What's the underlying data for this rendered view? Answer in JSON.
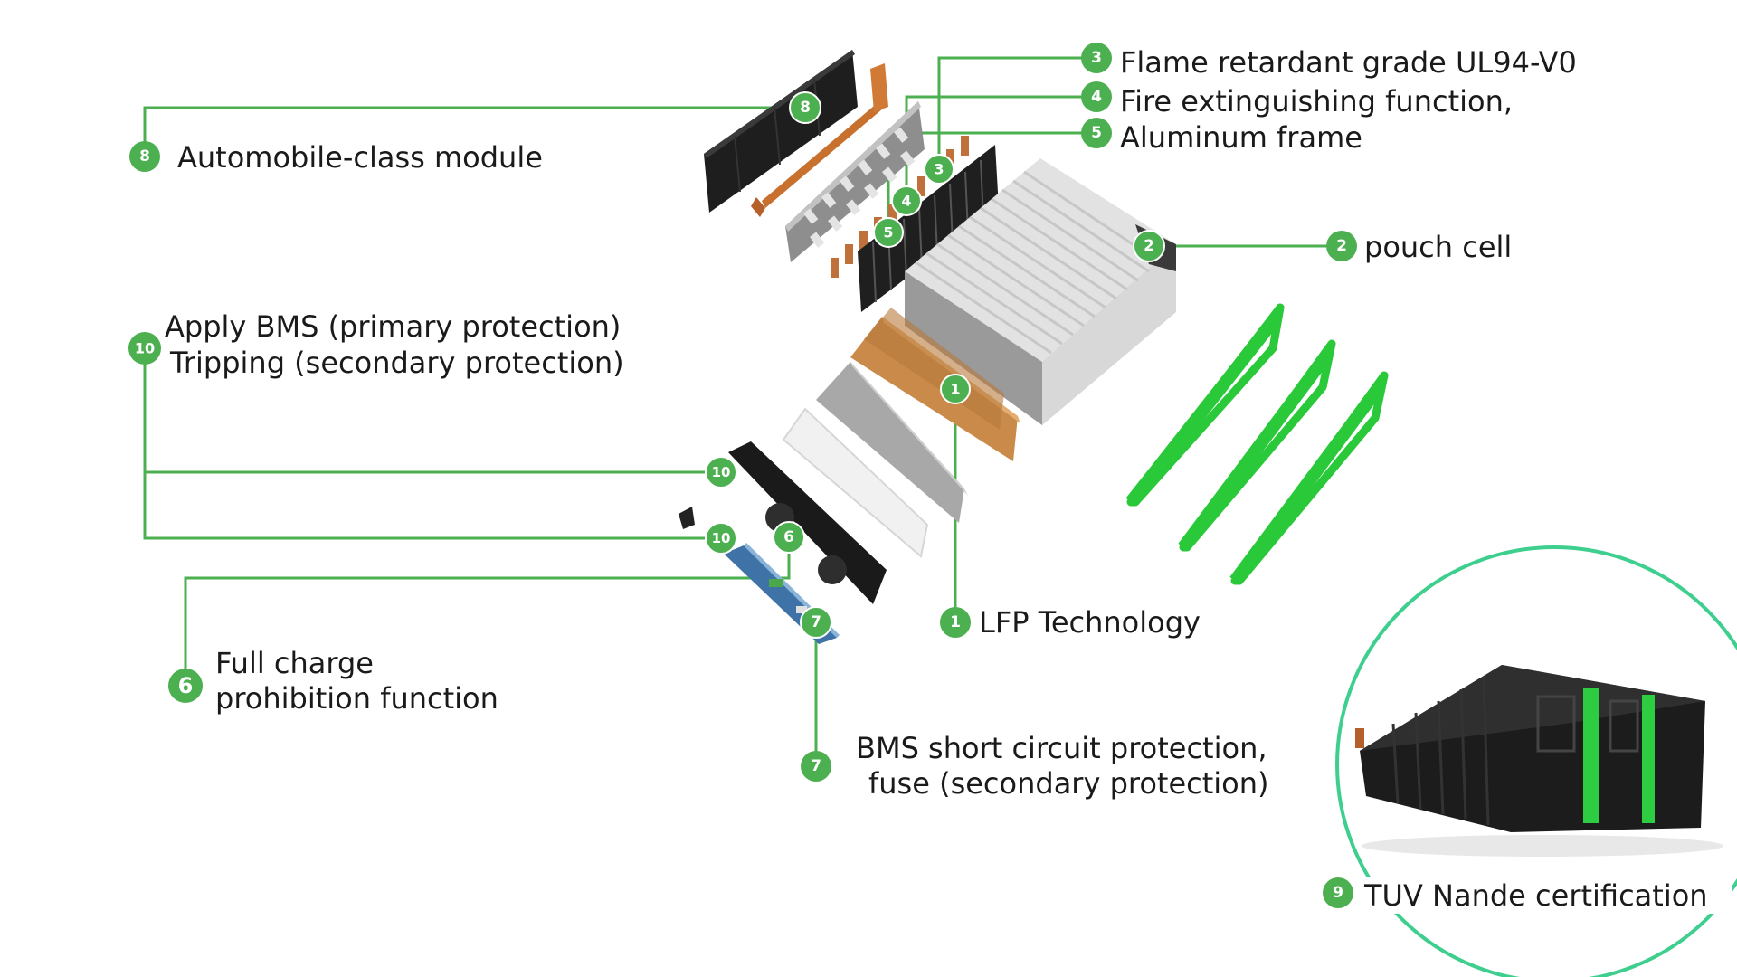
{
  "callouts": {
    "c1": {
      "num": "1",
      "text": "LFP Technology"
    },
    "c2": {
      "num": "2",
      "text": "pouch cell"
    },
    "c3": {
      "num": "3",
      "text": "Flame retardant grade UL94-V0"
    },
    "c4": {
      "num": "4",
      "text": "Fire extinguishing function,"
    },
    "c5": {
      "num": "5",
      "text": "Aluminum frame"
    },
    "c6": {
      "num": "6",
      "line1": "Full charge",
      "line2": "prohibition function"
    },
    "c7": {
      "num": "7",
      "line1": "BMS short circuit protection,",
      "line2": "fuse (secondary protection)"
    },
    "c8": {
      "num": "8",
      "text": "Automobile-class module"
    },
    "c9": {
      "num": "9",
      "text": "TUV Nande certification"
    },
    "c10": {
      "num": "10",
      "line1": "Apply BMS (primary protection)",
      "line2": "Tripping (secondary protection)"
    }
  },
  "colors": {
    "accent": "#4caf50",
    "ring": "#3ecf8e",
    "bright_green": "#2ecc40"
  }
}
